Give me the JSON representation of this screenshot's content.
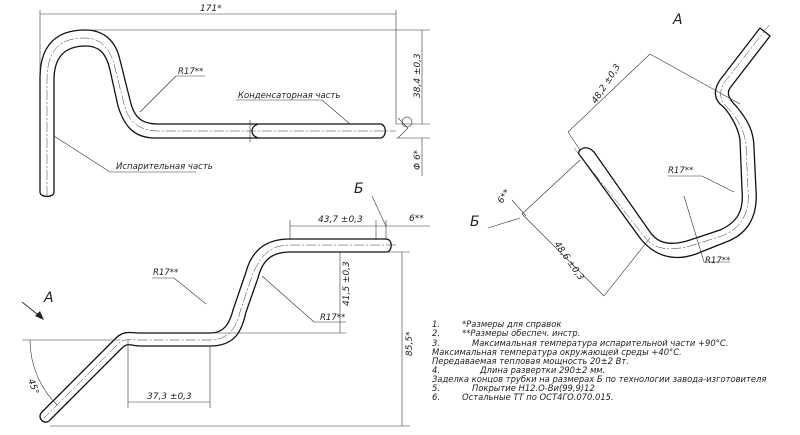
{
  "top_view": {
    "overall_length": "171*",
    "radius_label": "R17**",
    "condenser_label": "Конденсаторная часть",
    "evaporator_label": "Испарительная часть",
    "height_dim": "38,4 ±0,3",
    "diameter_dim": "Φ 6*"
  },
  "bottom_view": {
    "dim_top": "43,7 ±0,3",
    "dim_end": "6**",
    "section_label": "Б",
    "radius_upper": "R17**",
    "radius_lower": "R17**",
    "dim_vertical": "41,5 ±0,3",
    "dim_overall_height": "85,5*",
    "dim_bottom": "37,3 ±0,3",
    "angle": "45°",
    "view_arrow_label": "А"
  },
  "view_a": {
    "title": "А",
    "section_label": "Б",
    "dim_upper": "48,2 ±0,3",
    "dim_lower": "48,6 ±0,3",
    "dim_end": "6**",
    "radius_upper": "R17**",
    "radius_lower": "R17**"
  },
  "notes": [
    {
      "num": "1.",
      "text": "*Размеры для справок"
    },
    {
      "num": "2.",
      "text": "**Размеры обеспеч. инстр."
    },
    {
      "num": "3.",
      "text": "Максимальная температура испарительной части +90°С."
    },
    {
      "num": "",
      "text": "Максимальная температура окружающей среды +40°С."
    },
    {
      "num": "",
      "text": "Передаваемая тепловая мощность 20±2 Вт."
    },
    {
      "num": "4.",
      "text": "Длина развертки 290±2 мм."
    },
    {
      "num": "",
      "text": "Заделка концов трубки на размерах Б по технологии завода-изготовителя"
    },
    {
      "num": "5.",
      "text": "Покрытие Н12.О-Ви(99,9)12"
    },
    {
      "num": "6.",
      "text": "Остальные ТТ по ОСТ4ГО.070.015."
    }
  ]
}
